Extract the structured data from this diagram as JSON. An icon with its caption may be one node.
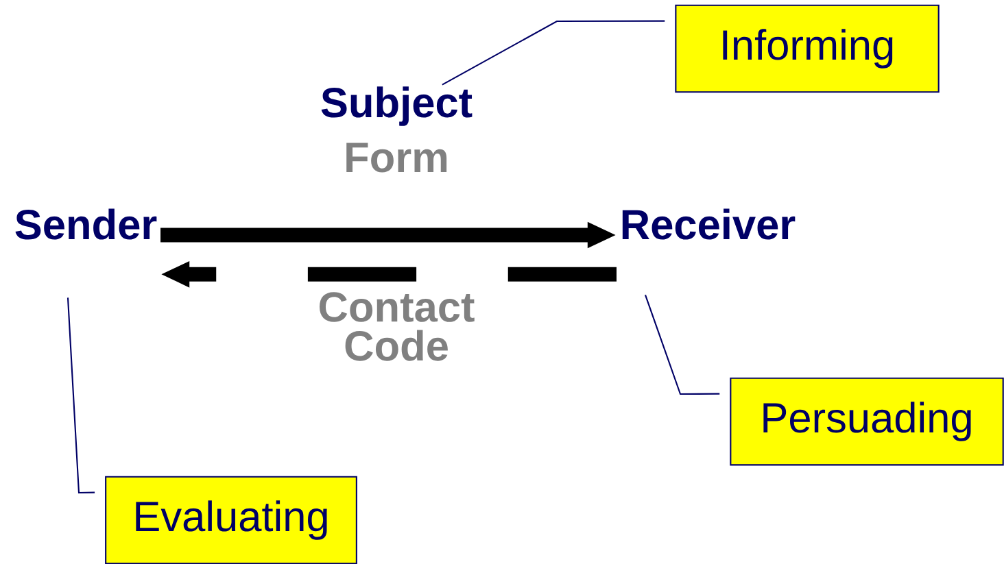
{
  "diagram": {
    "nodes": [
      {
        "text": [
          "Sender"
        ]
      },
      {
        "text": [
          "Receiver"
        ]
      },
      {
        "text": [
          "Subject"
        ]
      },
      {
        "text": [
          "Informing"
        ]
      },
      {
        "text": [
          "Persuading"
        ]
      },
      {
        "text": [
          "Evaluating"
        ]
      }
    ],
    "edges": [
      {
        "from": 0,
        "to": 1,
        "arrow": "to",
        "style": "thick",
        "color": "#000000"
      },
      {
        "from": 1,
        "to": 0,
        "arrow": "to",
        "style": "dashed",
        "color": "#000000"
      },
      {
        "from": 2,
        "to": 3,
        "arrow": "none",
        "color": "#000066"
      },
      {
        "from": 1,
        "to": 4,
        "arrow": "none",
        "color": "#000066"
      },
      {
        "from": 0,
        "to": 5,
        "arrow": "none",
        "color": "#000066"
      }
    ],
    "labels": [
      "Form",
      "Contact",
      "Code"
    ]
  }
}
